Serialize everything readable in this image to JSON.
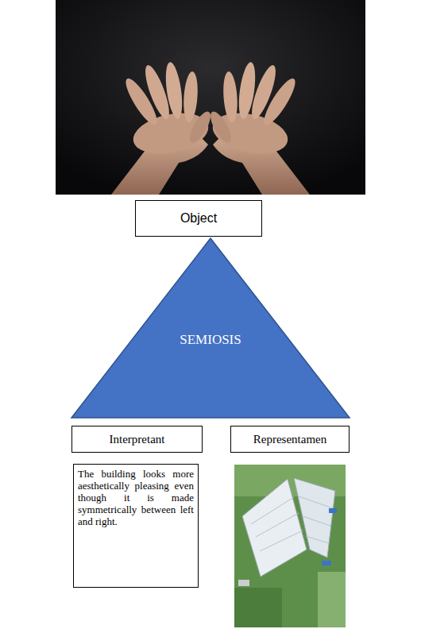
{
  "diagram": {
    "nodes": [
      {
        "text": [
          "Object"
        ]
      },
      {
        "text": [
          "SEMIOSIS"
        ]
      },
      {
        "text": [
          "Interpretant"
        ]
      },
      {
        "text": [
          "Representamen"
        ]
      },
      {
        "text": [
          "The building looks more aesthetically pleasing even though it is made symmetrically between left and right."
        ]
      }
    ]
  }
}
